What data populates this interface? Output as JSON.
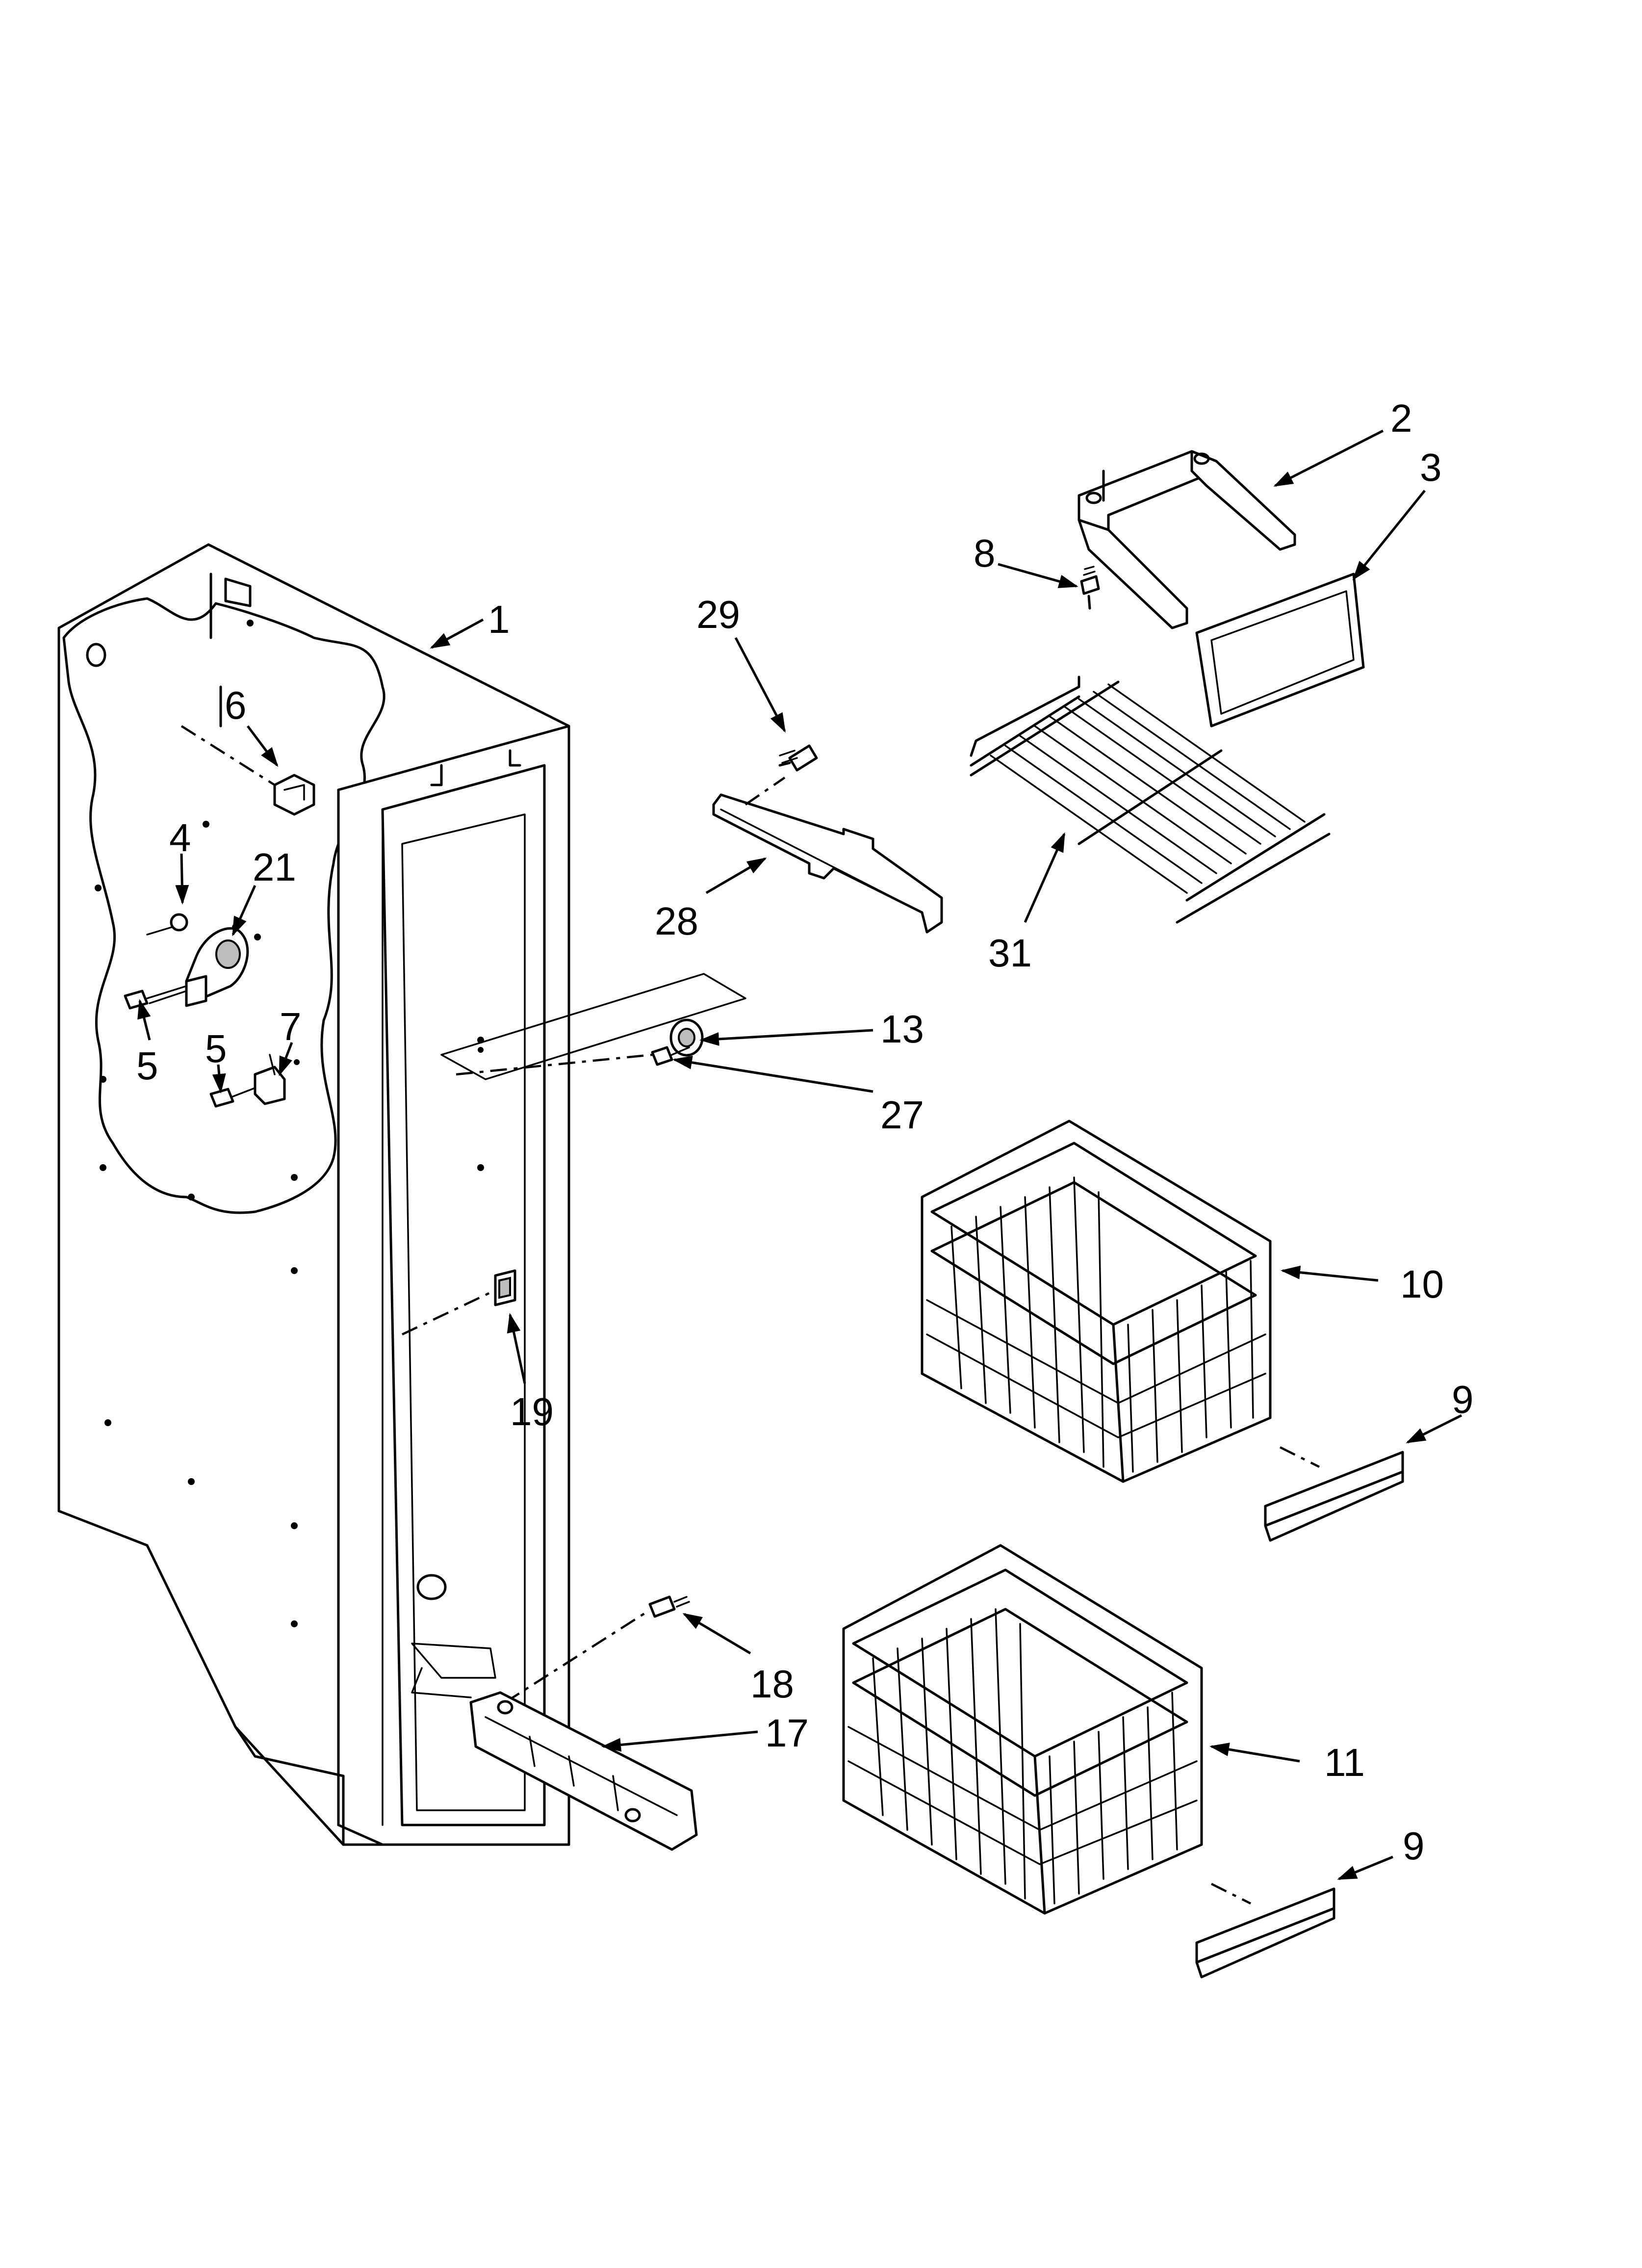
{
  "callouts": [
    {
      "id": "c1",
      "text": "1"
    },
    {
      "id": "c2",
      "text": "2"
    },
    {
      "id": "c3",
      "text": "3"
    },
    {
      "id": "c4",
      "text": "4"
    },
    {
      "id": "c5a",
      "text": "5"
    },
    {
      "id": "c5b",
      "text": "5"
    },
    {
      "id": "c6",
      "text": "6"
    },
    {
      "id": "c7",
      "text": "7"
    },
    {
      "id": "c8",
      "text": "8"
    },
    {
      "id": "c9a",
      "text": "9"
    },
    {
      "id": "c9b",
      "text": "9"
    },
    {
      "id": "c10",
      "text": "10"
    },
    {
      "id": "c11",
      "text": "11"
    },
    {
      "id": "c13",
      "text": "13"
    },
    {
      "id": "c17",
      "text": "17"
    },
    {
      "id": "c18",
      "text": "18"
    },
    {
      "id": "c19",
      "text": "19"
    },
    {
      "id": "c21",
      "text": "21"
    },
    {
      "id": "c27",
      "text": "27"
    },
    {
      "id": "c28",
      "text": "28"
    },
    {
      "id": "c29",
      "text": "29"
    },
    {
      "id": "c31",
      "text": "31"
    }
  ]
}
